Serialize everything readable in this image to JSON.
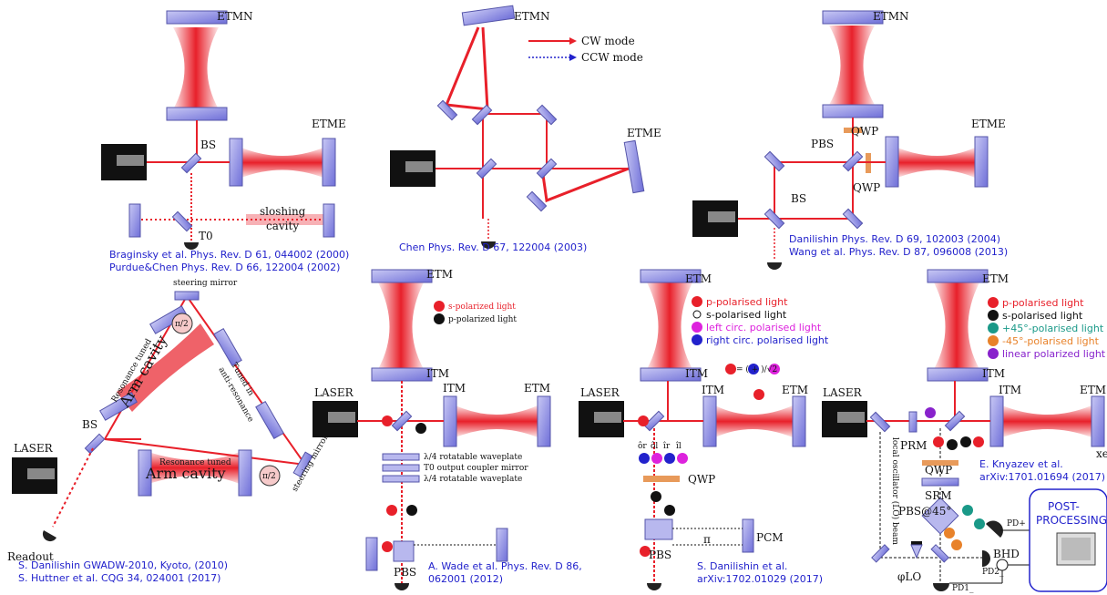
{
  "colors": {
    "beam": "#e8202a",
    "mirror": "#8c8ce6",
    "caption": "#2222cc",
    "laser": "#111111",
    "waveplate": "#e89a5a"
  },
  "panel1": {
    "etm_n": "ETMN",
    "etm_e": "ETME",
    "bs": "BS",
    "t0": "T0",
    "sloshing": "sloshing",
    "cavity": "cavity",
    "caption1": "Braginsky et al. Phys. Rev. D 61, 044002 (2000)",
    "caption2": "Purdue&Chen Phys. Rev. D 66, 122004 (2002)"
  },
  "panel2": {
    "etm_n": "ETMN",
    "etm_e": "ETME",
    "cw": "CW mode",
    "ccw": "CCW mode",
    "caption": "Chen Phys. Rev. D 67, 122004 (2003)"
  },
  "panel3": {
    "etm_n": "ETMN",
    "etm_e": "ETME",
    "qwp1": "QWP",
    "qwp2": "QWP",
    "pbs": "PBS",
    "bs": "BS",
    "caption1": "Danilishin Phys. Rev. D 69, 102003 (2004)",
    "caption2": "Wang et al. Phys. Rev. D 87, 096008 (2013)"
  },
  "panel4": {
    "steering1": "steering mirror",
    "steering2": "steering mirror",
    "arm1": "Arm cavity",
    "arm2": "Arm cavity",
    "res1": "Resonance tuned",
    "res2": "Resonance tuned",
    "anti1": "Tuned in",
    "anti2": "anti-resonance",
    "laser": "LASER",
    "bs": "BS",
    "readout": "Readout",
    "pi": "π/2",
    "caption1": "S. Danilishin GWADW-2010, Kyoto, (2010)",
    "caption2": "S. Huttner et al. CQG 34, 024001 (2017)"
  },
  "panel5": {
    "etm_top": "ETM",
    "itm_top": "ITM",
    "itm": "ITM",
    "etm": "ETM",
    "laser": "LASER",
    "pbs": "PBS",
    "legend_s": "s-polarized light",
    "legend_p": "p-polarized light",
    "wp1": "λ/4  rotatable waveplate",
    "wp2": "T0   output coupler mirror",
    "wp3": "λ/4  rotatable waveplate",
    "caption1": "A. Wade  et al. Phys. Rev. D 86,",
    "caption2": "062001 (2012)"
  },
  "panel6": {
    "etm_top": "ETM",
    "itm_top": "ITM",
    "itm": "ITM",
    "etm": "ETM",
    "laser": "LASER",
    "qwp": "QWP",
    "pbs": "PBS",
    "pcm": "PCM",
    "pi": "π",
    "l1": "p-polarised light",
    "l2": "s-polarised light",
    "l3": "left circ. polarised light",
    "l4": "right circ. polarised light",
    "o_r": "ôr",
    "o_l": "ôl",
    "i_r": "îr",
    "i_l": "îl",
    "eq": "= ( + )/√2",
    "caption1": "S. Danilishin et al.",
    "caption2": "arXiv:1702.01029 (2017)"
  },
  "panel7": {
    "etm_top": "ETM",
    "itm_top": "ITM",
    "itm": "ITM",
    "etm": "ETM",
    "laser": "LASER",
    "prm": "PRM",
    "qwp": "QWP",
    "srm": "SRM",
    "pbs45": "PBS@45°",
    "bhd": "BHD",
    "pd2": "PD2_",
    "pd1": "PD1_",
    "pdp": "PD+",
    "philo": "φLO",
    "xe": "xe",
    "lo": "local oscillator (LO) beam",
    "post1": "POST-",
    "post2": "PROCESSING",
    "l1": "p-polarised light",
    "l2": "s-polarised light",
    "l3": "+45°-polarised light",
    "l4": "-45°-polarised light",
    "l5": "linear polarized light",
    "caption1": "E. Knyazev et al.",
    "caption2": "arXiv:1701.01694 (2017)"
  }
}
